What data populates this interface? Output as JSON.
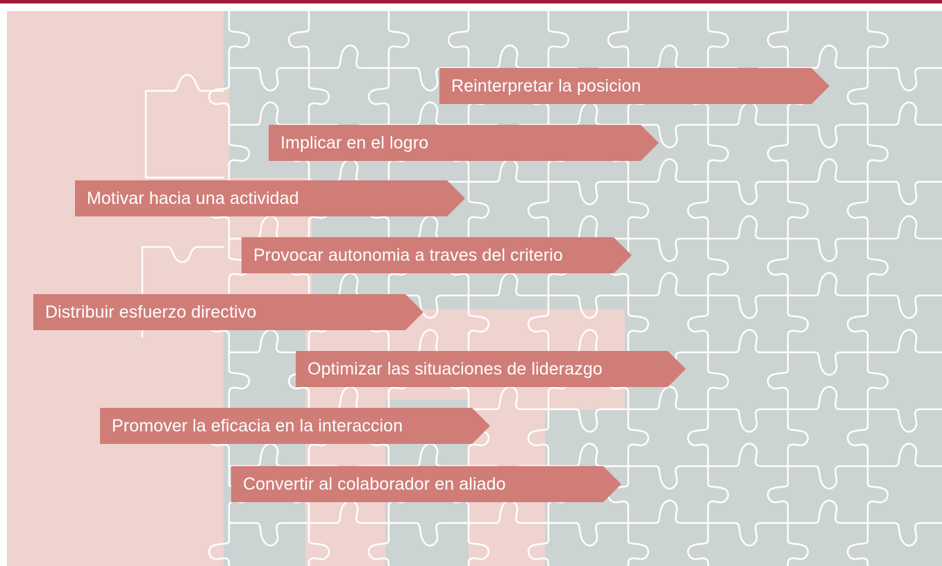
{
  "colors": {
    "accent_bar": "#a11c3a",
    "puzzle_gray": "#ccd3d3",
    "puzzle_pink": "#efd3cf",
    "arrow_fill": "#d07d78",
    "label_text": "#ffffff",
    "piece_lines": "#ffffff"
  },
  "arrows": [
    {
      "label": "Reinterpretar la posicion"
    },
    {
      "label": "Implicar en el logro"
    },
    {
      "label": "Motivar hacia una actividad"
    },
    {
      "label": "Provocar autonomia a traves del criterio"
    },
    {
      "label": "Distribuir esfuerzo directivo"
    },
    {
      "label": "Optimizar las situaciones de liderazgo"
    },
    {
      "label": "Promover la eficacia en la interaccion"
    },
    {
      "label": "Convertir al colaborador en aliado"
    }
  ]
}
